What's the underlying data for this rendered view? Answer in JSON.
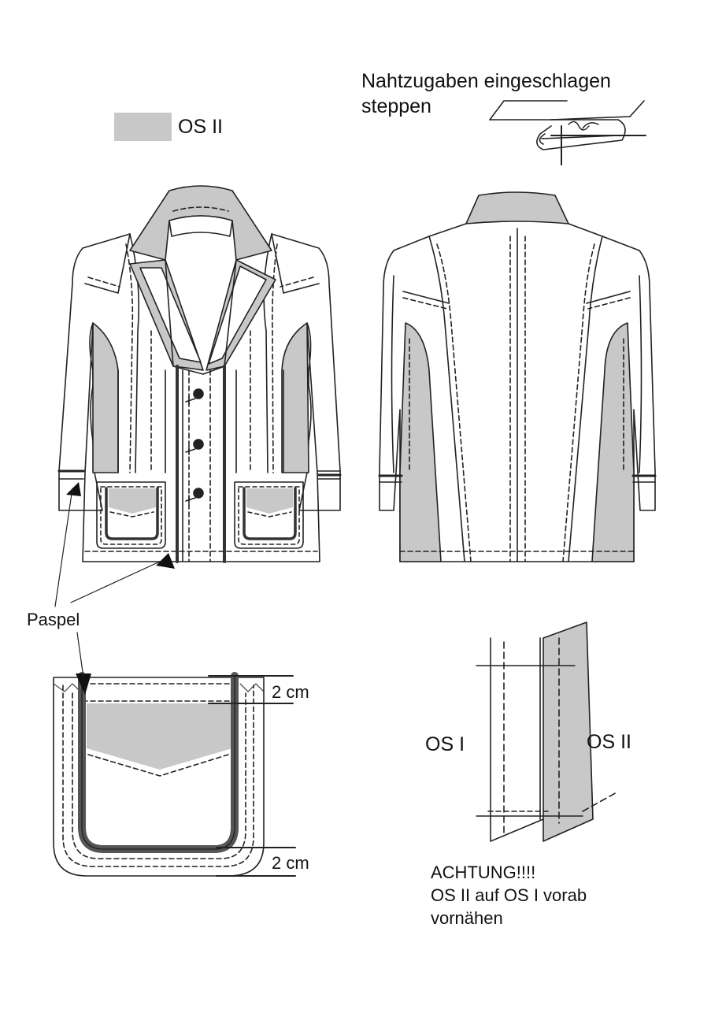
{
  "labels": {
    "legend": "OS II",
    "topnote_line1": "Nahtzugaben eingeschlagen",
    "topnote_line2": "steppen",
    "paspel": "Paspel",
    "measure_top": "2 cm",
    "measure_bottom": "2 cm",
    "panel_left": "OS I",
    "panel_right": "OS II",
    "warning_line1": "ACHTUNG!!!!",
    "warning_line2": "OS II auf OS I vorab",
    "warning_line3": "vornähen"
  },
  "colors": {
    "contrast_fabric": "#c8c8c8",
    "outline": "#222222",
    "piping": "#555555"
  }
}
